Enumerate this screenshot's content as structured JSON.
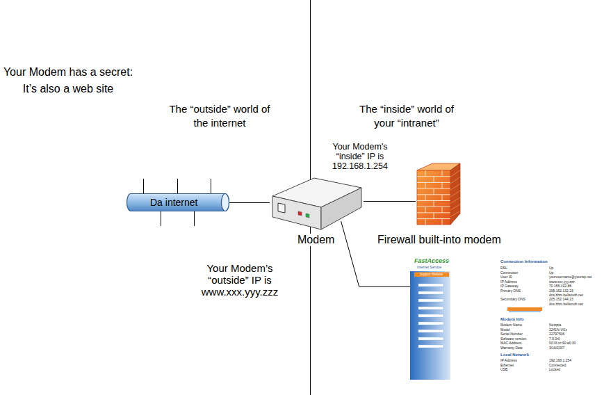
{
  "diagram": {
    "title": "Your Modem has a secret: It’s also a web site",
    "nodes": [
      {
        "text": [
          "Da internet"
        ]
      },
      {
        "text": [
          "Modem"
        ]
      },
      {
        "text": [
          "Firewall built-into modem"
        ]
      },
      {
        "text": [
          "FastAccess",
          "Internet Service",
          "Support Website",
          "Connection Information",
          "DSL",
          "Up",
          "Connection",
          "Up",
          "User ID",
          "yourusername@yourisp.net",
          "IP Address",
          "www.xxx.yyy.zzz",
          "IP Gateway",
          "70.155.192.88",
          "Primary DNS",
          "205.152.132.23",
          "dns.bhm.bellsouth.net",
          "Secondary DNS",
          "205.152.144.23",
          "dns.bhm.bellsouth.net",
          "Modem Info",
          "Modem Name",
          "Netopia",
          "Model",
          "2241N-VGx",
          "Serial Number",
          "22797506",
          "Software version",
          "7.5.0r0",
          "MAC Address",
          "00:0f:cc:90:a0:30",
          "Warranty Date",
          "3/16/2007",
          "Local Network",
          "IP Address",
          "192.168.1.254",
          "Ethernet",
          "Connected",
          "USB",
          "Locked"
        ]
      }
    ],
    "edges": [
      {
        "from": 0,
        "to": 1,
        "arrow": "none"
      },
      {
        "from": 1,
        "to": 2,
        "arrow": "none"
      },
      {
        "from": 1,
        "to": 3,
        "arrow": "none"
      }
    ],
    "labels": [
      "The “outside” world of the internet",
      "The “inside” world of your “intranet”",
      "Your Modem's “inside” IP is 192.168.1.254",
      "Your Modem’s “outside” IP is www.xxx.yyy.zzz"
    ]
  }
}
